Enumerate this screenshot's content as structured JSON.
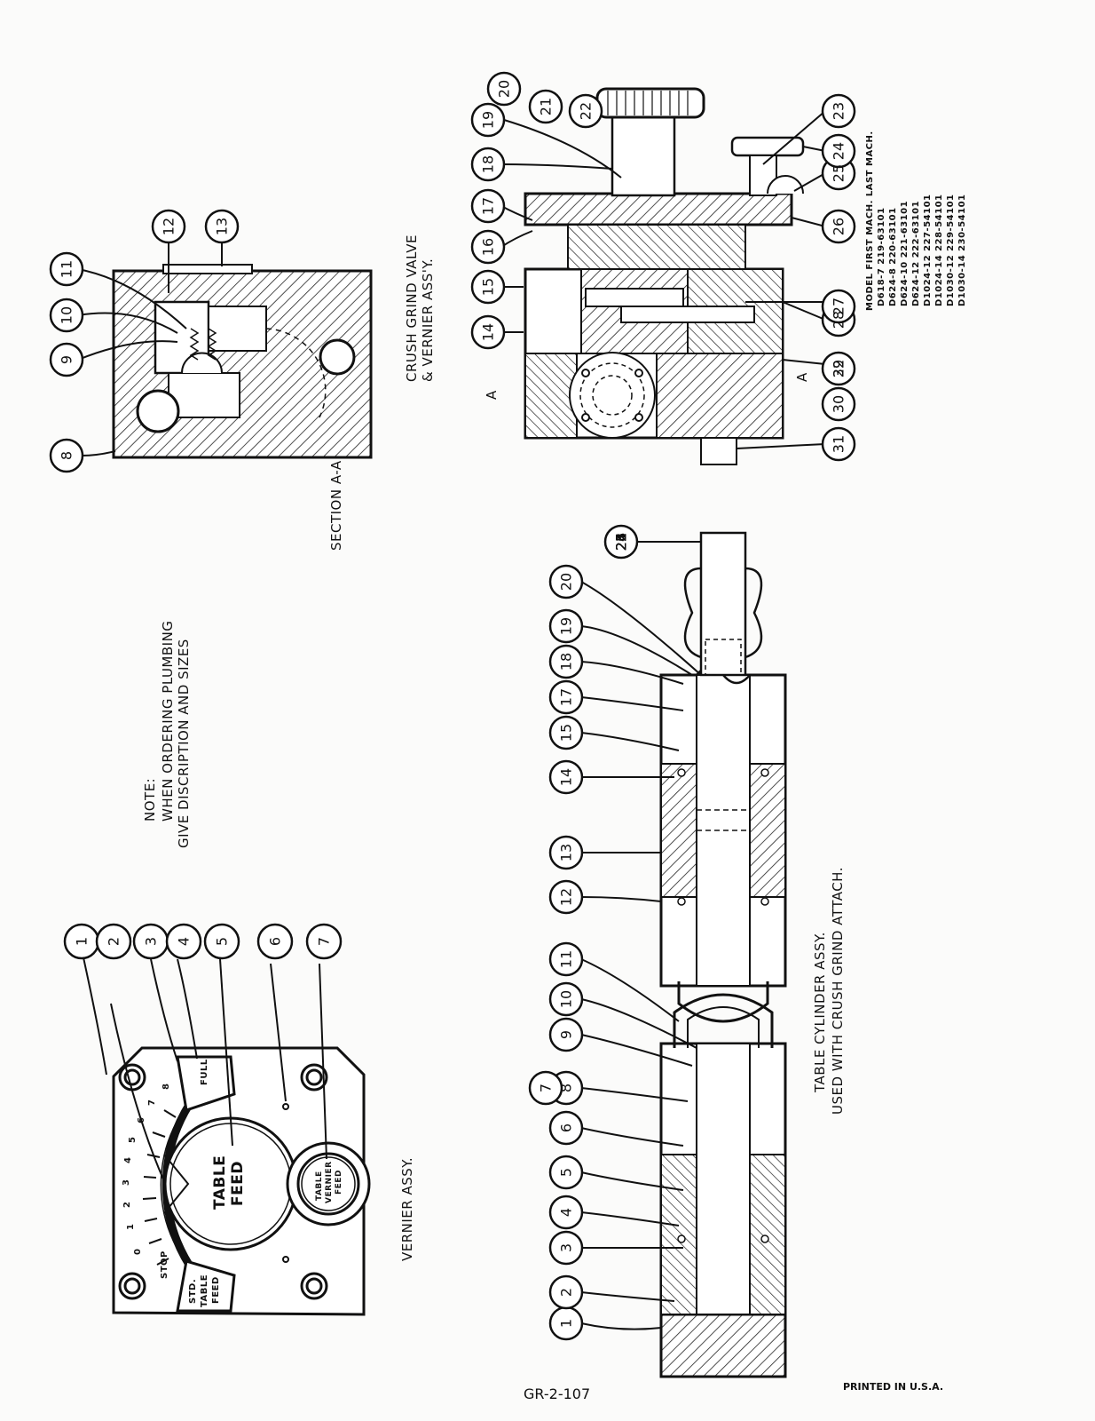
{
  "note": {
    "title": "NOTE:",
    "line1": "WHEN ORDERING PLUMBING",
    "line2": "GIVE DISCRIPTION AND SIZES"
  },
  "section_label": "SECTION A-A",
  "section_marks": [
    "A",
    "A"
  ],
  "crush_title": {
    "line1": "CRUSH GRIND VALVE",
    "line2": "& VERNIER ASS'Y."
  },
  "vernier_label": "VERNIER ASSY.",
  "table_cyl_title": {
    "line1": "TABLE CYLINDER ASSY.",
    "line2": "USED WITH CRUSH GRIND ATTACH."
  },
  "dial": {
    "table_feed": [
      "TABLE",
      "FEED"
    ],
    "table_vernier_feed": [
      "TABLE",
      "VERNIER",
      "FEED"
    ],
    "std_table_feed": [
      "STD.",
      "TABLE",
      "FEED"
    ],
    "stop": "STOP",
    "full": "FULL",
    "scale": [
      "0",
      "1",
      "2",
      "3",
      "4",
      "5",
      "6",
      "7",
      "8"
    ]
  },
  "model_table": {
    "header": "MODEL  FIRST MACH. LAST MACH.",
    "rows": [
      "D618-7   219-63101",
      "D624-8   220-63101",
      "D624-10  221-63101",
      "D624-12  222-63101",
      "D1024-12 227-54101",
      "D1024-14 228-54101",
      "D1030-12 229-54101",
      "D1030-14 230-54101"
    ]
  },
  "callouts": {
    "vernier": [
      "1",
      "2",
      "3",
      "4",
      "5",
      "6",
      "7"
    ],
    "section": [
      "8",
      "9",
      "10",
      "11",
      "12",
      "13"
    ],
    "crush": [
      "14",
      "15",
      "16",
      "17",
      "18",
      "19",
      "20",
      "21",
      "22",
      "23",
      "24",
      "25",
      "26",
      "27",
      "28",
      "29",
      "30",
      "31",
      "32"
    ],
    "cylinder": [
      "1",
      "2",
      "3",
      "4",
      "5",
      "6",
      "7",
      "8",
      "9",
      "10",
      "11",
      "12",
      "13",
      "14",
      "15",
      "17",
      "18",
      "19",
      "20",
      "21",
      "22",
      "23",
      "24",
      "25",
      "26"
    ]
  },
  "footer": {
    "code": "GR-2-107",
    "printed": "PRINTED IN U.S.A."
  }
}
